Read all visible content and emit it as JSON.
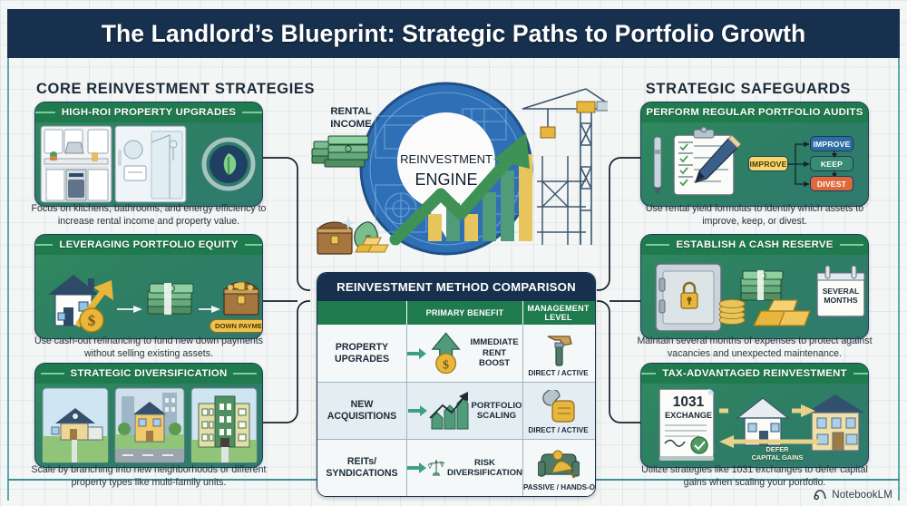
{
  "title": "The Landlord’s Blueprint: Strategic Paths to Portfolio Growth",
  "columns": {
    "left_heading": "CORE REINVESTMENT STRATEGIES",
    "right_heading": "STRATEGIC SAFEGUARDS"
  },
  "left_cards": [
    {
      "header": "HIGH-ROI PROPERTY UPGRADES",
      "caption": "Focus on kitchens, bathrooms, and energy efficiency to increase rental income and property value."
    },
    {
      "header": "LEVERAGING PORTFOLIO EQUITY",
      "caption": "Use cash-out refinancing to fund new down payments without selling existing assets.",
      "pill": "DOWN PAYMENT"
    },
    {
      "header": "STRATEGIC DIVERSIFICATION",
      "caption": "Scale by branching into new neighborhoods or different property types like multi-family units."
    }
  ],
  "right_cards": [
    {
      "header": "PERFORM REGULAR PORTFOLIO AUDITS",
      "caption": "Use rental yield formulas to identify which assets to improve, keep, or divest.",
      "flow": {
        "source": "IMPROVE",
        "outcomes": [
          "IMPROVE",
          "KEEP",
          "DIVEST"
        ]
      }
    },
    {
      "header": "ESTABLISH A CASH RESERVE",
      "caption": "Maintain several months of expenses to protect against vacancies and unexpected maintenance.",
      "calendar": "SEVERAL MONTHS"
    },
    {
      "header": "TAX-ADVANTAGED REINVESTMENT",
      "caption": "Utilize strategies like 1031 exchanges to defer capital gains when scaling your portfolio.",
      "doc_number": "1031",
      "doc_label": "EXCHANGE",
      "flow_caption": "DEFER\nCAPITAL GAINS"
    }
  ],
  "hub": {
    "input_label": "RENTAL\nINCOME",
    "core_line1": "REINVESTMENT",
    "core_line2": "ENGINE"
  },
  "table": {
    "title": "REINVESTMENT METHOD COMPARISON",
    "headers": [
      "",
      "PRIMARY BENEFIT",
      "MANAGEMENT LEVEL"
    ],
    "rows": [
      {
        "method": "PROPERTY\nUPGRADES",
        "benefit": "IMMEDIATE\nRENT BOOST",
        "management": "DIRECT / ACTIVE",
        "benefit_icon": "up-arrow-coin-icon",
        "management_icon": "hammer-icon"
      },
      {
        "method": "NEW\nACQUISITIONS",
        "benefit": "PORTFOLIO\nSCALING",
        "management": "DIRECT / ACTIVE",
        "benefit_icon": "growth-bars-icon",
        "management_icon": "wrench-hand-icon"
      },
      {
        "method": "REITs/\nSYNDICATIONS",
        "benefit": "RISK\nDIVERSIFICATION",
        "management": "PASSIVE / HANDS-OFF",
        "benefit_icon": "scales-icon",
        "management_icon": "armchair-person-icon"
      }
    ]
  },
  "watermark": "NotebookLM",
  "colors": {
    "title_bar": "#17304d",
    "card_header_green": "#1f7a4d",
    "badge_improve": "#f5d76e",
    "badge_improve_blue": "#2d6da3",
    "badge_keep": "#3e8f74",
    "badge_divest": "#e0693c",
    "frame_teal": "#5aa9b0"
  }
}
